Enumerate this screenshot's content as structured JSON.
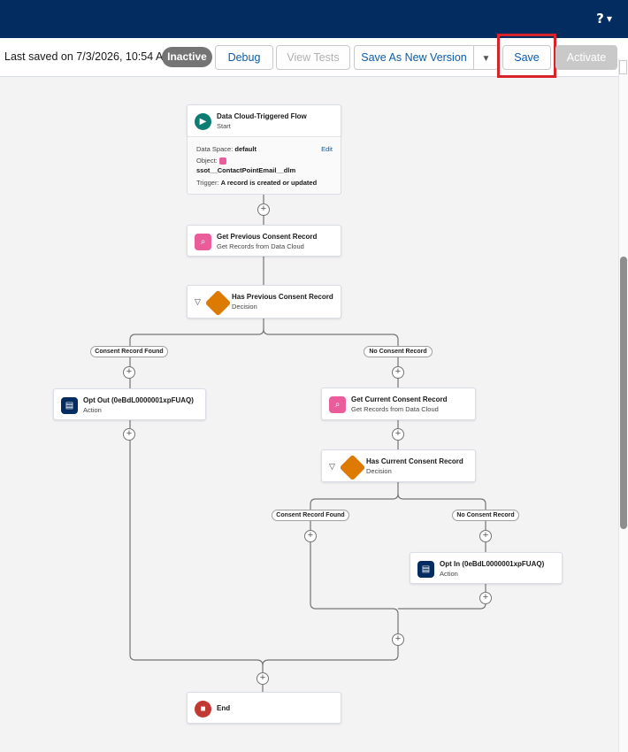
{
  "header": {
    "help_label": "?"
  },
  "toolbar": {
    "last_saved": "Last saved on 7/3/2026, 10:54 AM",
    "status_badge": "Inactive",
    "debug_label": "Debug",
    "view_tests_label": "View Tests",
    "save_as_new_version_label": "Save As New Version",
    "save_label": "Save",
    "activate_label": "Activate"
  },
  "flow": {
    "start": {
      "title": "Data Cloud-Triggered Flow",
      "subtitle": "Start",
      "data_space_label": "Data Space:",
      "data_space_value": "default",
      "edit_label": "Edit",
      "object_label": "Object:",
      "object_value": "ssot__ContactPointEmail__dlm",
      "trigger_label": "Trigger:",
      "trigger_value": "A record is created or updated"
    },
    "get_previous": {
      "title": "Get Previous Consent Record",
      "subtitle": "Get Records from Data Cloud"
    },
    "has_previous": {
      "title": "Has Previous Consent Record",
      "subtitle": "Decision"
    },
    "outcome_found_1": "Consent Record Found",
    "outcome_none_1": "No Consent Record",
    "opt_out": {
      "title": "Opt Out (0eBdL0000001xpFUAQ)",
      "subtitle": "Action"
    },
    "get_current": {
      "title": "Get Current Consent Record",
      "subtitle": "Get Records from Data Cloud"
    },
    "has_current": {
      "title": "Has Current Consent Record",
      "subtitle": "Decision"
    },
    "outcome_found_2": "Consent Record Found",
    "outcome_none_2": "No Consent Record",
    "opt_in": {
      "title": "Opt In (0eBdL0000001xpFUAQ)",
      "subtitle": "Action"
    },
    "end": {
      "title": "End"
    }
  },
  "colors": {
    "header_bg": "#032d60",
    "highlight": "#d8232a",
    "start_icon": "#0d7c73",
    "records_icon": "#ea5c9a",
    "decision_icon": "#dd7a01",
    "action_icon": "#032d60",
    "end_icon": "#c23934"
  }
}
